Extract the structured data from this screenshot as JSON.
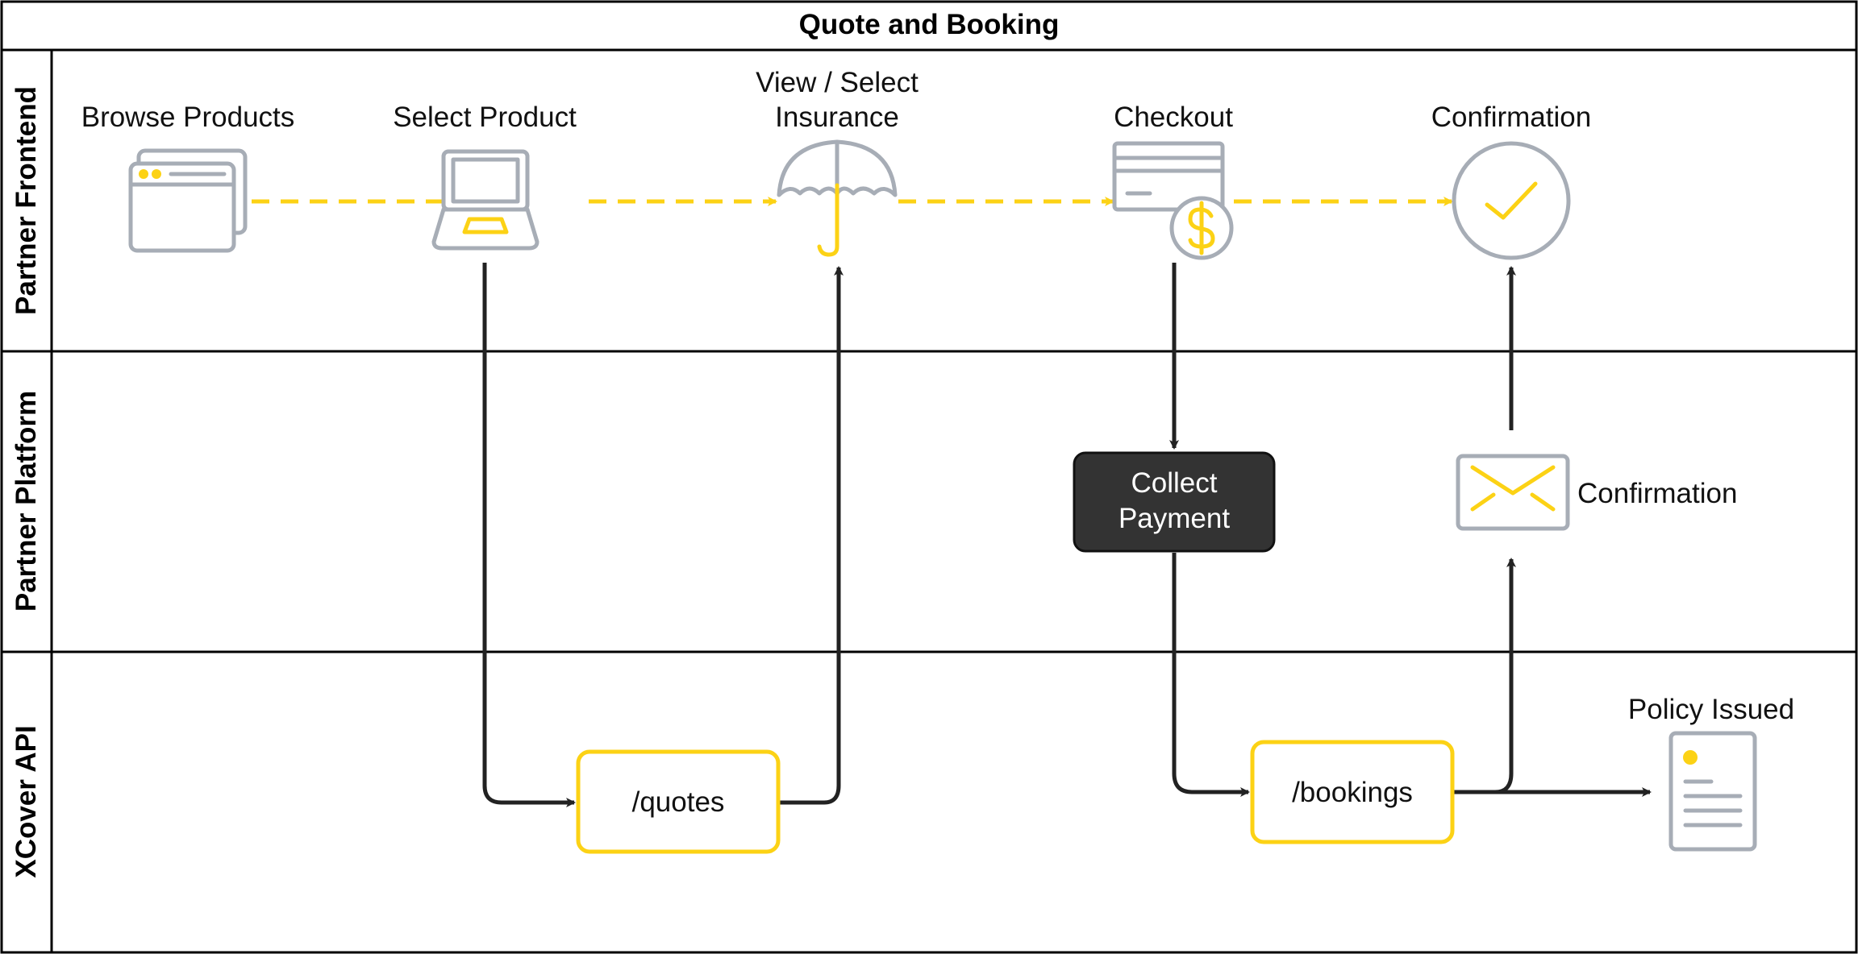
{
  "diagram": {
    "title": "Quote and Booking",
    "lanes": [
      {
        "label": "Partner Frontend"
      },
      {
        "label": "Partner Platform"
      },
      {
        "label": "XCover API"
      }
    ],
    "steps": {
      "browse": "Browse Products",
      "select": "Select Product",
      "insurance_line1": "View / Select",
      "insurance_line2": "Insurance",
      "checkout": "Checkout",
      "confirmation": "Confirmation"
    },
    "platform": {
      "collect_line1": "Collect",
      "collect_line2": "Payment",
      "confirmation_email": "Confirmation"
    },
    "api": {
      "quotes": "/quotes",
      "bookings": "/bookings",
      "policy_issued": "Policy Issued"
    },
    "colors": {
      "accent": "#fcd215",
      "icon_gray": "#a7adb6",
      "dark_box": "#333333",
      "arrow": "#222222"
    },
    "icons": [
      "browser-windows-icon",
      "laptop-icon",
      "umbrella-icon",
      "card-dollar-icon",
      "check-circle-icon",
      "envelope-icon",
      "document-icon"
    ]
  }
}
